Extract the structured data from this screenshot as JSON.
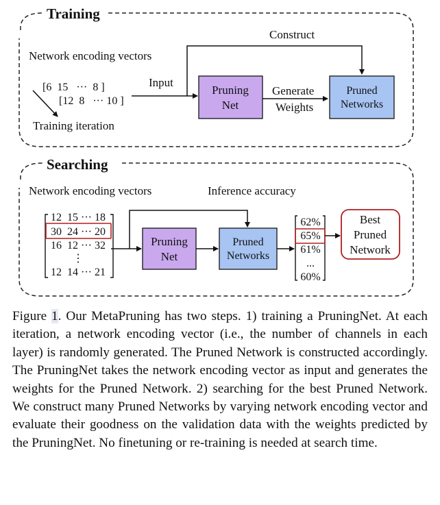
{
  "training": {
    "title": "Training",
    "encoding_label": "Network encoding vectors",
    "vector_1": "[6  15   ···  8 ]",
    "vector_2": "[12  8   ··· 10 ]",
    "iteration_label": "Training iteration",
    "input_label": "Input",
    "construct_label": "Construct",
    "generate_label": "Generate",
    "weights_label": "Weights",
    "pruningnet_line1": "Pruning",
    "pruningnet_line2": "Net",
    "pruned_line1": "Pruned",
    "pruned_line2": "Networks"
  },
  "searching": {
    "title": "Searching",
    "encoding_label": "Network encoding vectors",
    "accuracy_label": "Inference accuracy",
    "matrix_rows": [
      "12  15 ··· 18",
      "30  24 ··· 20",
      "16  12 ··· 32",
      "⋮",
      "12  14 ··· 21"
    ],
    "accuracies": [
      "62%",
      "65%",
      "61%",
      "...",
      "60%"
    ],
    "pruningnet_line1": "Pruning",
    "pruningnet_line2": "Net",
    "pruned_line1": "Pruned",
    "pruned_line2": "Networks",
    "best_line1": "Best",
    "best_line2": "Pruned",
    "best_line3": "Network"
  },
  "colors": {
    "pruningnet_fill": "#c9a8ee",
    "pruned_fill": "#a7c4f2",
    "highlight": "#b01e1e"
  },
  "caption": {
    "figure_word": "Figure ",
    "figure_number": "1",
    "text": ". Our MetaPruning has two steps.  1) training a PruningNet.  At each iteration, a network encoding vector (i.e., the number of channels in each layer) is randomly generated.  The Pruned Network is constructed accordingly. The PruningNet takes the network encoding vector as input and generates the weights for the Pruned Network.  2) searching for the best Pruned Network.  We construct many Pruned Networks by varying network encoding vector and evaluate their goodness on the validation data with the weights predicted by the PruningNet.  No finetuning or re-training is needed at search time."
  }
}
